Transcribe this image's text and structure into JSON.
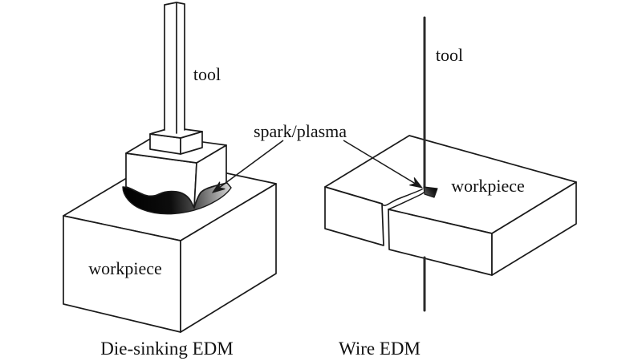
{
  "figure": {
    "spark_label": "spark/plasma",
    "left": {
      "tool_label": "tool",
      "workpiece_label": "workpiece",
      "caption": "Die-sinking EDM"
    },
    "right": {
      "tool_label": "tool",
      "workpiece_label": "workpiece",
      "caption": "Wire EDM"
    },
    "colors": {
      "line": "#1a1a1a",
      "text": "#111111",
      "face_fill": "#ffffff",
      "wire": "#2a2a2a",
      "spark_dark": "#000000",
      "spark_mid": "#4a4a4a",
      "spark_light": "#e6e6e6",
      "spark_right_dark": "#1c1c1c",
      "spark_right_light": "#6e6e6e",
      "background": "#ffffff"
    }
  }
}
